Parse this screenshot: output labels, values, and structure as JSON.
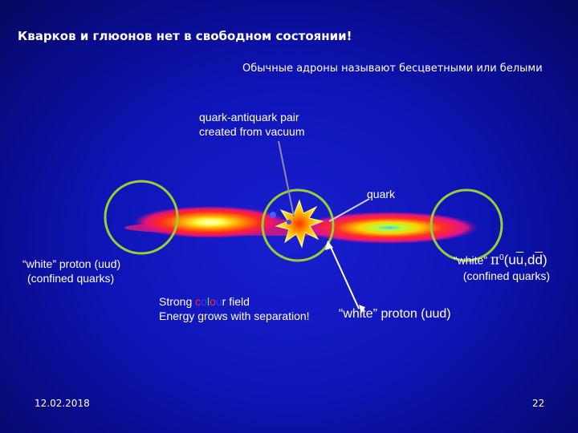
{
  "slide": {
    "title": "Кварков и глюонов нет в свободном состоянии!",
    "subtitle": "Обычные адроны называют бесцветными или белыми",
    "pair_label_line1": "quark-antiquark pair",
    "pair_label_line2": "created from vacuum",
    "quark_label": "quark",
    "proton_left_line1": "“white” proton (uud)",
    "proton_left_line2": "(confined quarks)",
    "pion_prefix": "“white” ",
    "pion_symbol": "π",
    "pion_superscript": "0",
    "pion_content_open": "(",
    "pion_u1": "u",
    "pion_u2": "u",
    "pion_comma": ",",
    "pion_d1": "d",
    "pion_d2": "d",
    "pion_close": ")",
    "pion_line2": "(confined quarks)",
    "strong_prefix": "Strong ",
    "colour_c1": "c",
    "colour_o1": "o",
    "colour_l": "l",
    "colour_o2": "o",
    "colour_u": "u",
    "strong_suffix": "r field",
    "energy_text": "Energy grows with separation!",
    "white_proton_right": "“white” proton (uud)",
    "date": "12.02.2018",
    "page_number": "22"
  },
  "colors": {
    "background": "#0f14b8",
    "circle_stroke": "#9acd32",
    "text": "#ffffff"
  }
}
